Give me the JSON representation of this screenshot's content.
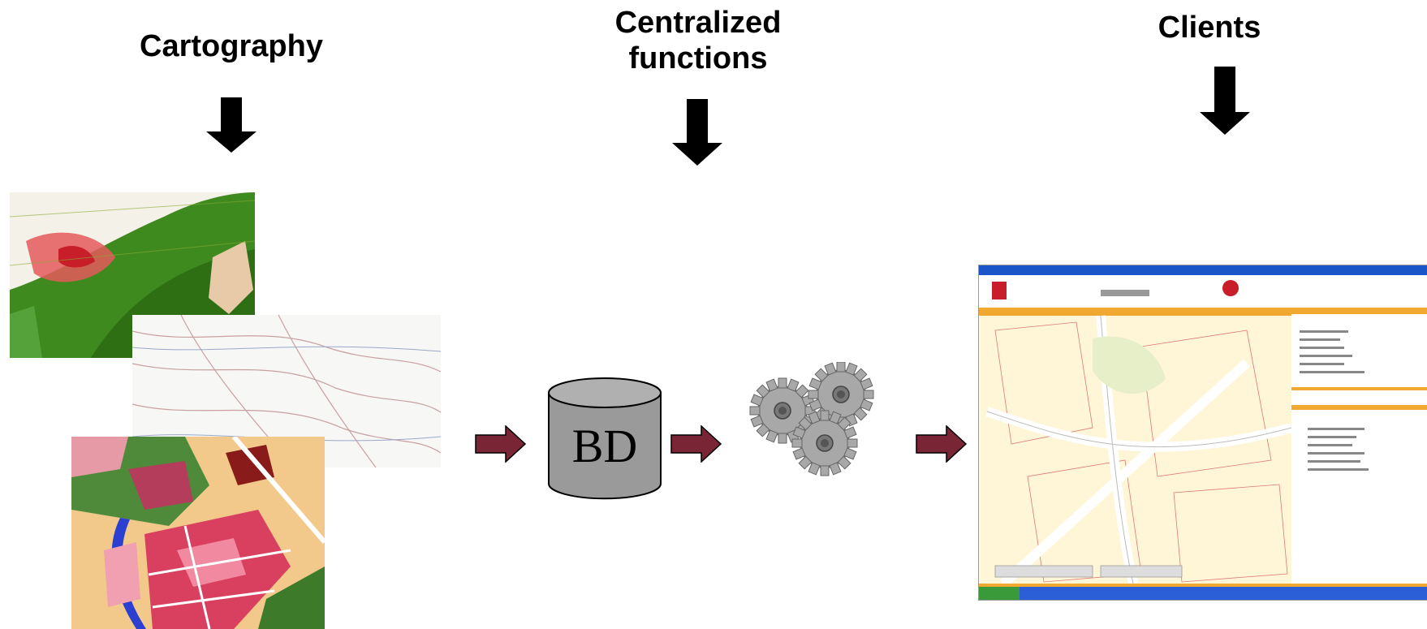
{
  "headings": {
    "cartography": "Cartography",
    "centralized": "Centralized functions",
    "clients": "Clients"
  },
  "database": {
    "label": "BD"
  },
  "colors": {
    "flow_arrow": "#7a2535",
    "down_arrow": "#000000",
    "db_fill": "#9a9a9a",
    "client_accent": "#f0a830",
    "client_titlebar": "#1b56c8"
  }
}
